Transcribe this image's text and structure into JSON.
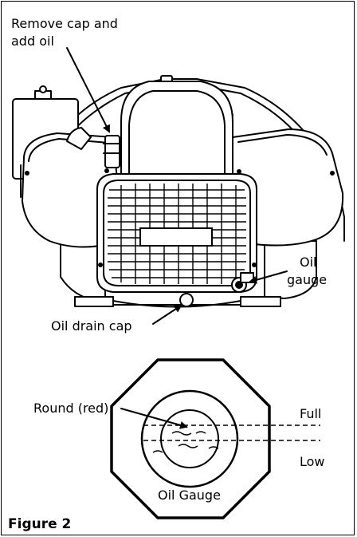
{
  "labels": {
    "remove_cap_line1": "Remove cap and",
    "remove_cap_line2": "add oil",
    "oil_gauge_line1": "Oil",
    "oil_gauge_line2": "gauge",
    "oil_drain_cap": "Oil drain cap",
    "round_red": "Round (red)",
    "full": "Full",
    "low": "Low",
    "gauge_title": "Oil Gauge",
    "figure_caption": "Figure 2"
  }
}
